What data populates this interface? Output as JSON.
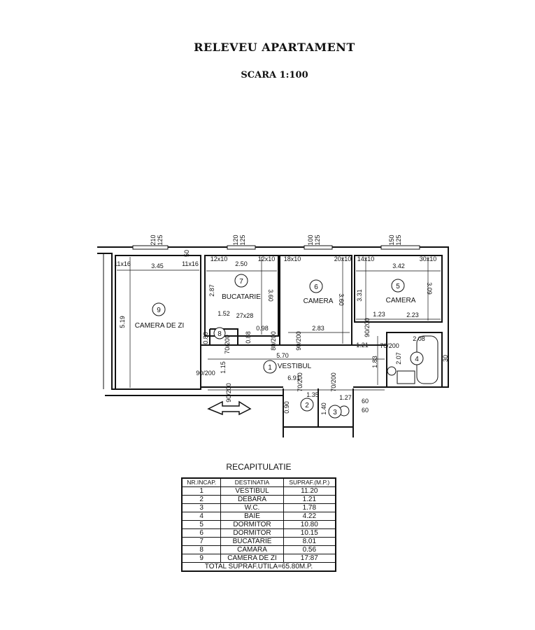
{
  "header": {
    "title": "RELEVEU APARTAMENT",
    "scale": "SCARA 1:100"
  },
  "plan": {
    "rooms": [
      {
        "nr": "9",
        "name": "CAMERA DE ZI"
      },
      {
        "nr": "7",
        "name": "BUCATARIE"
      },
      {
        "nr": "6",
        "name": "CAMERA"
      },
      {
        "nr": "5",
        "name": "CAMERA"
      },
      {
        "nr": "1",
        "name": "VESTIBUL"
      },
      {
        "nr": "4"
      },
      {
        "nr": "2"
      },
      {
        "nr": "3"
      },
      {
        "nr": "8"
      }
    ],
    "dims": {
      "w9": "3.45",
      "h9": "5.19",
      "w7": "2.50",
      "h7": "3.60",
      "h7b": "2.87",
      "w7b": "1.52",
      "w6": "2.83",
      "h6": "3.60",
      "w5": "3.42",
      "h5a": "3.31",
      "h5b": "3.09",
      "w5a": "1.23",
      "w5b": "2.23",
      "wv": "5.70",
      "wv2": "6.91",
      "hv": "1.83",
      "wb": "2.08",
      "hb": "2.07",
      "w2": "1.35",
      "h2": "0.90",
      "w3": "1.27",
      "h3": "1.40",
      "d098": "0.98",
      "d088": "0.88",
      "d080": "0.80",
      "d121": "1.21",
      "d15": "1.15",
      "c27": "27x28"
    },
    "walls": {
      "a": "11x16",
      "b": "11x16",
      "c": "12x10",
      "d": "12x10",
      "e": "18x10",
      "f": "20x10",
      "g": "14x10",
      "h": "30x10"
    },
    "windows": [
      {
        "w": "210",
        "h": "125"
      },
      {
        "w": "120",
        "h": "125"
      },
      {
        "w": "100",
        "h": "125"
      },
      {
        "w": "150",
        "h": "125"
      }
    ],
    "doors": {
      "entry": "90/200",
      "living": "90/200",
      "room6": "90/200",
      "kitchen": "80/200",
      "pantry": "70/200",
      "room5": "90/200",
      "bath": "70/200",
      "deb": "70/200",
      "wc": "70/200"
    },
    "misc": {
      "s50": "50",
      "s30": "30",
      "s60a": "60",
      "s60b": "60"
    }
  },
  "recap": {
    "title": "RECAPITULATIE",
    "columns": [
      "NR.INCAP.",
      "DESTINATIA",
      "SUPRAF.(M.P.)"
    ],
    "rows": [
      [
        "1",
        "VESTIBUL",
        "11.20"
      ],
      [
        "2",
        "DEBARA",
        "1.21"
      ],
      [
        "3",
        "W.C.",
        "1.78"
      ],
      [
        "4",
        "BAIE",
        "4.22"
      ],
      [
        "5",
        "DORMITOR",
        "10.80"
      ],
      [
        "6",
        "DORMITOR",
        "10.15"
      ],
      [
        "7",
        "BUCATARIE",
        "8.01"
      ],
      [
        "8",
        "CAMARA",
        "0.56"
      ],
      [
        "9",
        "CAMERA DE ZI",
        "17:87"
      ]
    ],
    "total": "TOTAL SUPRAF.UTILA=65.80M.P."
  }
}
